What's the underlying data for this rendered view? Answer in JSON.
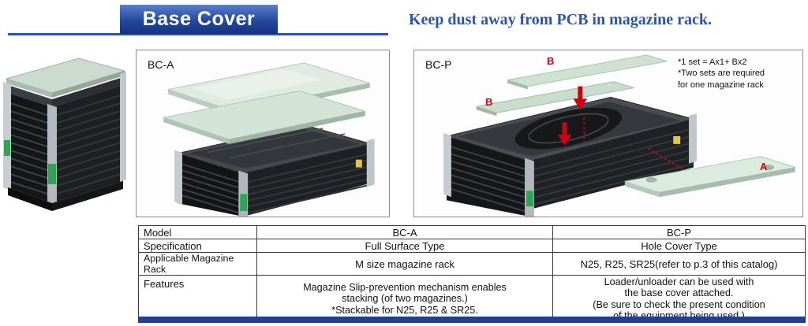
{
  "header": {
    "title": "Base Cover",
    "tagline": "Keep dust away from PCB in magazine rack."
  },
  "panels": {
    "bca": {
      "label": "BC-A"
    },
    "bcp": {
      "label": "BC-P",
      "note": "*1 set = Ax1+ Bx2\n*Two sets are required\nfor one magazine rack",
      "marker_a": "A",
      "marker_b1": "B",
      "marker_b2": "B"
    }
  },
  "table": {
    "rows": [
      {
        "label": "Model",
        "bca": "BC-A",
        "bcp": "BC-P"
      },
      {
        "label": "Specification",
        "bca": "Full Surface Type",
        "bcp": "Hole Cover Type"
      },
      {
        "label": "Applicable Magazine Rack",
        "bca": "M size magazine rack",
        "bcp": "N25, R25, SR25(refer to p.3 of this catalog)"
      },
      {
        "label": "Features",
        "bca": "Magazine Slip-prevention mechanism enables\nstacking (of two magazines.)\n*Stackable for N25, R25 & SR25.",
        "bcp": "Loader/unloader can be used with\nthe base cover attached.\n(Be sure to check the present condition\nof the equipment being used.)"
      }
    ]
  },
  "colors": {
    "banner_blue": "#1e3f96",
    "tagline_blue": "#2d55a5",
    "marker_red": "#cc0011"
  }
}
